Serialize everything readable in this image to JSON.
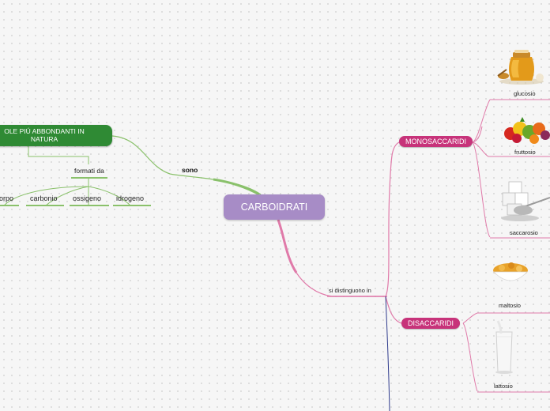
{
  "central": "CARBOIDRATI",
  "left_topic": {
    "line1": "OLE PIÚ ABBONDANTI IN",
    "line2": "NATURA"
  },
  "link_sono": "sono",
  "link_formati_da": "formati da",
  "elements": [
    "orpo",
    "carbonio",
    "ossigeno",
    "idrogeno"
  ],
  "link_si_distinguono": "si distinguono in",
  "monosaccaridi": {
    "label": "MONOSACCARIDI",
    "items": [
      "glucosio",
      "fruttosio",
      "saccarosio"
    ]
  },
  "disaccaridi": {
    "label": "DISACCARIDI",
    "items": [
      "maltosio",
      "lattosio"
    ]
  },
  "colors": {
    "central": "#a78cc6",
    "green": "#2f8a34",
    "green_line": "#8ac16b",
    "pink": "#c7337a",
    "pink_line": "#e07aa9",
    "navy_line": "#2e3a8c"
  },
  "icons": [
    "honey-jar-icon",
    "fruit-basket-icon",
    "sugar-cubes-icon",
    "cornflakes-bowl-icon",
    "milk-glass-icon"
  ]
}
